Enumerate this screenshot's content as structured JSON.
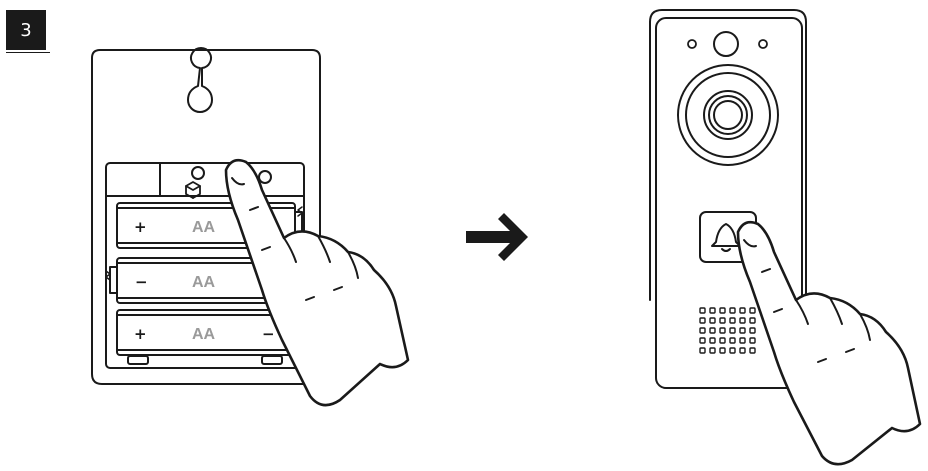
{
  "step": {
    "number": "3"
  },
  "batteries": [
    {
      "left_sign": "+",
      "label": "AA",
      "right_sign": ""
    },
    {
      "left_sign": "−",
      "label": "AA",
      "right_sign": ""
    },
    {
      "left_sign": "+",
      "label": "AA",
      "right_sign": "−"
    }
  ],
  "icons": {
    "mount_hole": "keyhole-icon",
    "pairing": "pairing-icon",
    "arrow": "arrow-right-icon",
    "bell": "bell-icon"
  }
}
